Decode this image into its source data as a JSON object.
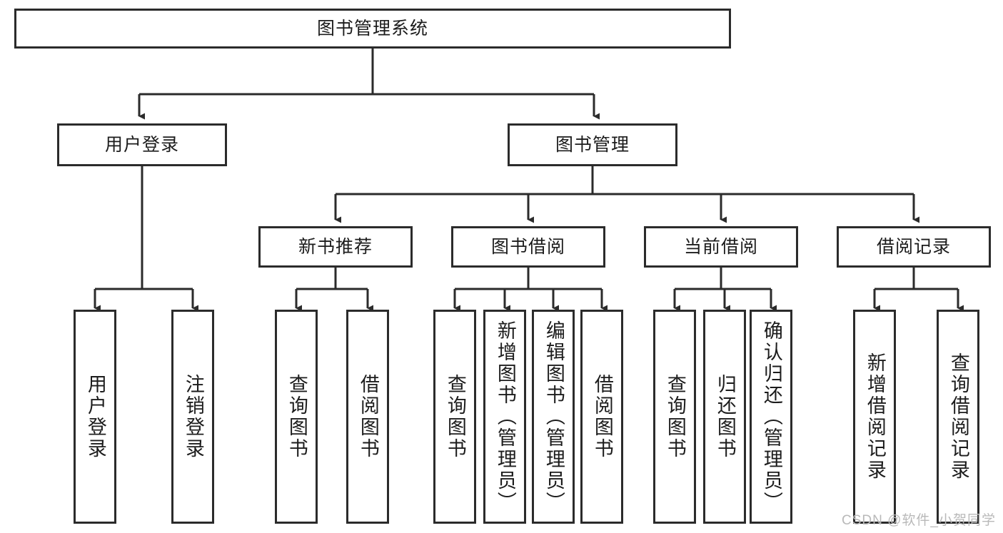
{
  "diagram": {
    "title": "图书管理系统",
    "root": {
      "label": "图书管理系统"
    },
    "level2": [
      {
        "label": "用户登录"
      },
      {
        "label": "图书管理"
      }
    ],
    "level3": [
      {
        "label": "新书推荐"
      },
      {
        "label": "图书借阅"
      },
      {
        "label": "当前借阅"
      },
      {
        "label": "借阅记录"
      }
    ],
    "leaves": {
      "user_login": [
        {
          "label": "用户登录"
        },
        {
          "label": "注销登录"
        }
      ],
      "new_book_recommend": [
        {
          "label": "查询图书"
        },
        {
          "label": "借阅图书"
        }
      ],
      "book_borrow": [
        {
          "label": "查询图书"
        },
        {
          "label": "新增图书（管理员）"
        },
        {
          "label": "编辑图书（管理员）"
        },
        {
          "label": "借阅图书"
        }
      ],
      "current_borrow": [
        {
          "label": "查询图书"
        },
        {
          "label": "归还图书"
        },
        {
          "label": "确认归还（管理员）"
        }
      ],
      "borrow_records": [
        {
          "label": "新增借阅记录"
        },
        {
          "label": "查询借阅记录"
        }
      ]
    }
  },
  "watermark": {
    "text": "CSDN @软件_小贺同学"
  },
  "colors": {
    "stroke": "#2b2b2b",
    "fill": "#ffffff",
    "text": "#1c1c1c",
    "watermark": "#b9b9b9"
  }
}
